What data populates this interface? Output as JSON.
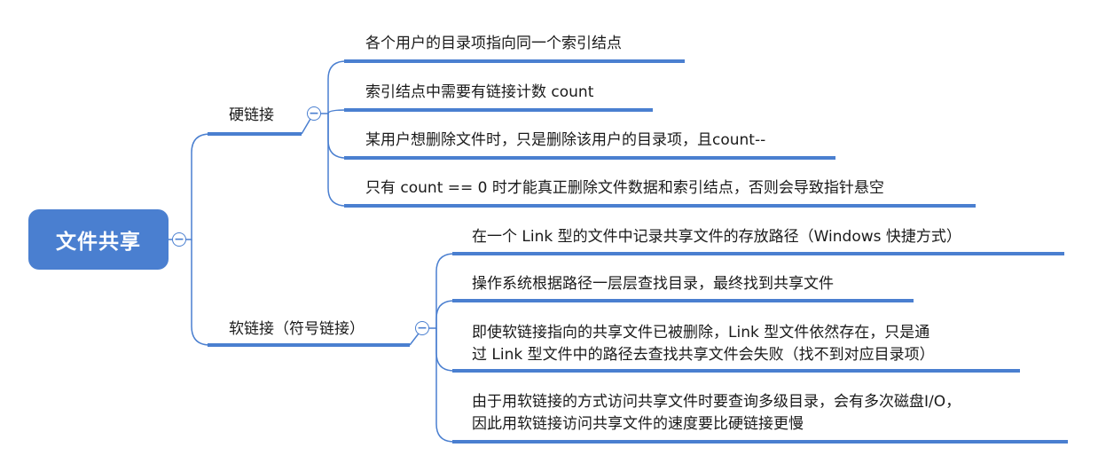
{
  "colors": {
    "root_bg": "#4a7fd0",
    "line": "#4a7fd0",
    "text": "#1a1a1a"
  },
  "root": {
    "label": "文件共享",
    "toggle": "−"
  },
  "branches": [
    {
      "label": "硬链接",
      "toggle": "−",
      "items": [
        [
          "各个用户的目录项指向同一个索引结点"
        ],
        [
          "索引结点中需要有链接计数 count"
        ],
        [
          "某用户想删除文件时，只是删除该用户的目录项，且count--"
        ],
        [
          "只有 count == 0 时才能真正删除文件数据和索引结点，否则会导致指针悬空"
        ]
      ]
    },
    {
      "label": "软链接（符号链接）",
      "toggle": "−",
      "items": [
        [
          "在一个 Link 型的文件中记录共享文件的存放路径（Windows 快捷方式）"
        ],
        [
          "操作系统根据路径一层层查找目录，最终找到共享文件"
        ],
        [
          "即使软链接指向的共享文件已被删除，Link 型文件依然存在，只是通",
          "过 Link 型文件中的路径去查找共享文件会失败（找不到对应目录项）"
        ],
        [
          "由于用软链接的方式访问共享文件时要查询多级目录，会有多次磁盘I/O，",
          "因此用软链接访问共享文件的速度要比硬链接更慢"
        ]
      ]
    }
  ]
}
